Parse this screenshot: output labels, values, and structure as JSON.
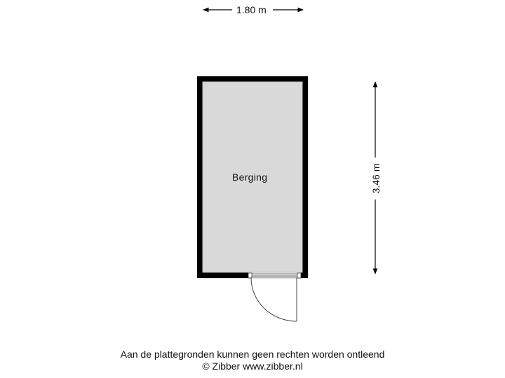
{
  "dimensions": {
    "width_label": "1.80 m",
    "height_label": "3.46 m"
  },
  "rooms": [
    {
      "name": "Berging",
      "fill": "#d9d9d9"
    }
  ],
  "footer": {
    "disclaimer": "Aan de plattegronden kunnen geen rechten worden ontleend",
    "copyright": "© Zibber www.zibber.nl"
  },
  "colors": {
    "wall": "#000000",
    "floor": "#d9d9d9",
    "dimension_line": "#000000"
  }
}
